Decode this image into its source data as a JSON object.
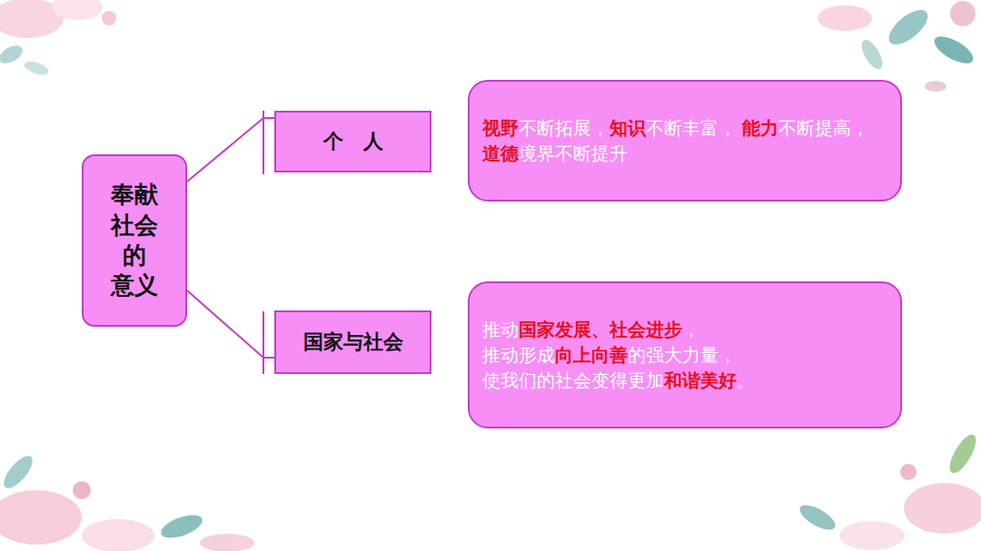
{
  "diagram": {
    "nodes": [
      {
        "text": [
          "奉献 社会 的 意义"
        ]
      },
      {
        "text": [
          "个　人"
        ]
      },
      {
        "text": [
          "国家与社会"
        ]
      },
      {
        "text": [
          "视野不断拓展，知识不断丰富， 能力不断提高，道德境界不断提升"
        ]
      },
      {
        "text": [
          "推动国家发展、社会进步， 推动形成向上向善的强大力量， 使我们的社会变得更加和谐美好。"
        ]
      }
    ],
    "edges": [
      {
        "from": 0,
        "to": 1,
        "arrow": "none"
      },
      {
        "from": 0,
        "to": 2,
        "arrow": "none"
      }
    ]
  }
}
